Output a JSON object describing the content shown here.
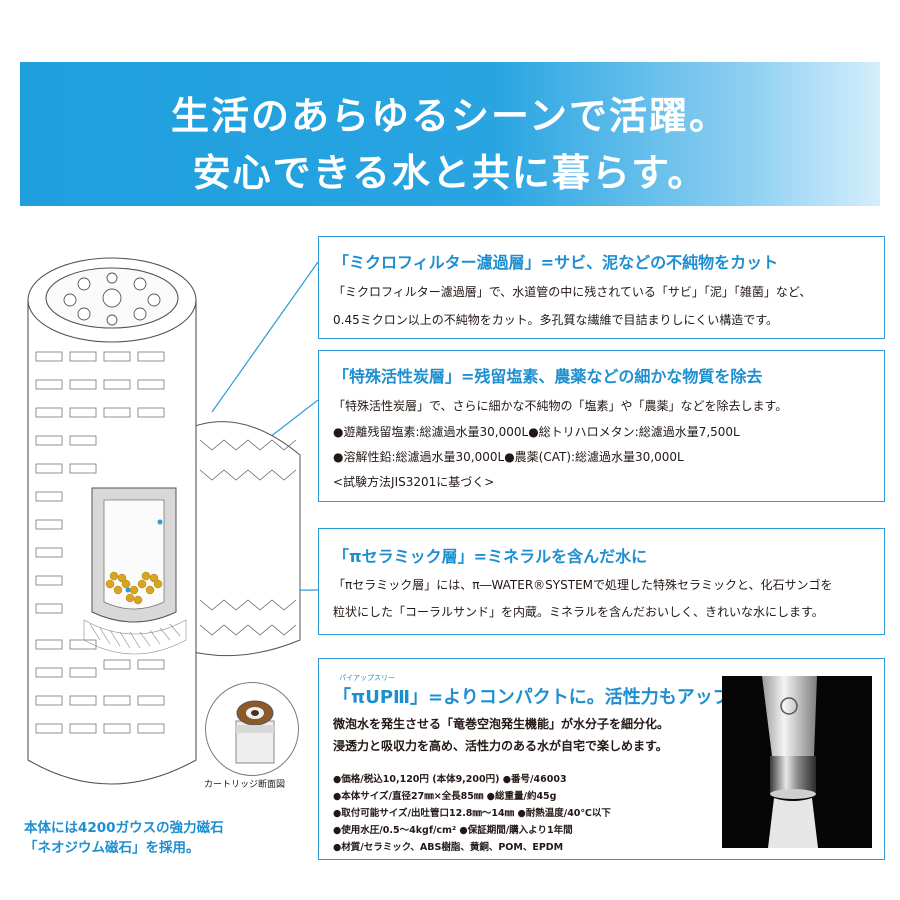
{
  "banner": {
    "line1": "生活のあらゆるシーンで活躍。",
    "line2": "安心できる水と共に暮らす。"
  },
  "box1": {
    "title": "「ミクロフィルター濾過層」=サビ、泥などの不純物をカット",
    "lines": [
      "「ミクロフィルター濾過層」で、水道管の中に残されている「サビ」「泥」「雑菌」など、",
      "0.45ミクロン以上の不純物をカット。多孔質な繊維で目詰まりしにくい構造です。"
    ]
  },
  "box2": {
    "title": "「特殊活性炭層」=残留塩素、農薬などの細かな物質を除去",
    "lines": [
      "「特殊活性炭層」で、さらに細かな不純物の「塩素」や「農薬」などを除去します。",
      "●遊離残留塩素:総濾過水量30,000L●総トリハロメタン:総濾過水量7,500L",
      "●溶解性鉛:総濾過水量30,000L●農薬(CAT):総濾過水量30,000L",
      "<試験方法JIS3201に基づく>"
    ]
  },
  "box3": {
    "title": "「πセラミック層」=ミネラルを含んだ水に",
    "lines": [
      "「πセラミック層」には、π―WATER®SYSTEMで処理した特殊セラミックと、化石サンゴを",
      "粒状にした「コーラルサンド」を内蔵。ミネラルを含んだおいしく、きれいな水にします。"
    ]
  },
  "box4": {
    "ruby": "パイアップスリー",
    "title": "「πUPⅢ」=よりコンパクトに。活性力もアップ。",
    "desc": [
      "微泡水を発生させる「竜巻空泡発生機能」が水分子を細分化。",
      "浸透力と吸収力を高め、活性力のある水が自宅で楽しめます。"
    ],
    "specs": [
      "●価格/税込10,120円 (本体9,200円)   ●番号/46003",
      "●本体サイズ/直径27㎜×全長85㎜   ●総重量/約45g",
      "●取付可能サイズ/出吐管口12.8㎜〜14㎜   ●耐熱温度/40℃以下",
      "●使用水圧/0.5〜4kgf/cm²  ●保証期間/購入より1年間",
      "●材質/セラミック、ABS樹脂、黄銅、POM、EPDM"
    ]
  },
  "inset": {
    "label": "カートリッジ断面図"
  },
  "magnet": {
    "line1": "本体には4200ガウスの強力磁石",
    "line2": "「ネオジウム磁石」を採用。"
  },
  "colors": {
    "accent": "#1d8fd0",
    "banner": "#28a4e1",
    "border": "#2f9ad8",
    "text": "#231815"
  }
}
